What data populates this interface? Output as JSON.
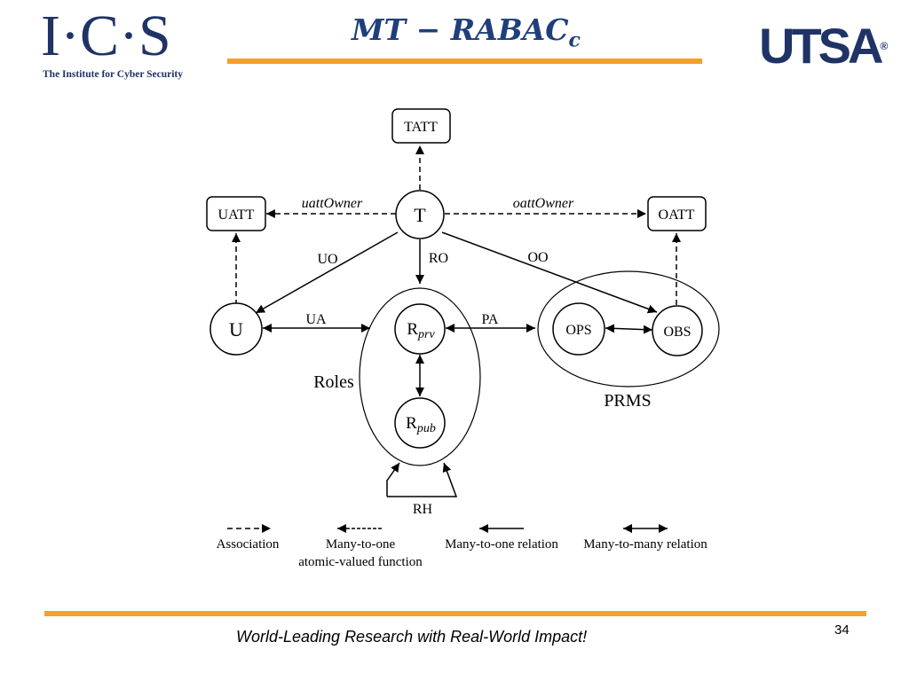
{
  "logos": {
    "ics_letters": "I·C·S",
    "ics_subtitle": "The Institute for Cyber Security",
    "utsa": "UTSA",
    "utsa_mark": "®"
  },
  "slide": {
    "title_main": "MT − RABAC",
    "title_subscript": "c",
    "footer": "World-Leading Research with Real-World Impact!",
    "page_number": "34"
  },
  "diagram": {
    "nodes": {
      "tatt": "TATT",
      "uatt": "UATT",
      "oatt": "OATT",
      "t": "T",
      "u": "U",
      "r_prv_base": "R",
      "r_prv_sub": "prv",
      "r_pub_base": "R",
      "r_pub_sub": "pub",
      "ops": "OPS",
      "obs": "OBS"
    },
    "groups": {
      "roles": "Roles",
      "prms": "PRMS"
    },
    "edges": {
      "uatt_owner": "uattOwner",
      "oatt_owner": "oattOwner",
      "uo": "UO",
      "ro": "RO",
      "oo": "OO",
      "ua": "UA",
      "pa": "PA",
      "rh": "RH"
    },
    "legend": {
      "association": "Association",
      "many_to_one_fn_line1": "Many-to-one",
      "many_to_one_fn_line2": "atomic-valued function",
      "many_to_one_rel": "Many-to-one relation",
      "many_to_many_rel": "Many-to-many relation"
    }
  }
}
